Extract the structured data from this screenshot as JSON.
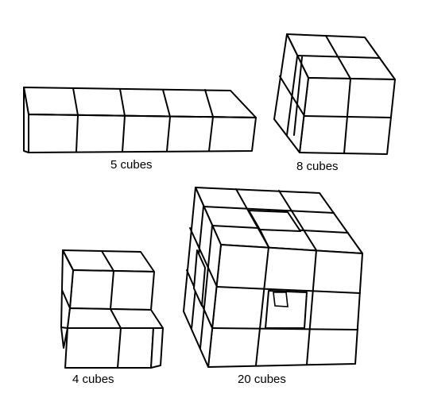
{
  "figures": [
    {
      "id": "row",
      "label": "5 cubes",
      "cube_count": 5
    },
    {
      "id": "block",
      "label": "8 cubes",
      "cube_count": 8
    },
    {
      "id": "step",
      "label": "4 cubes",
      "cube_count": 4
    },
    {
      "id": "frame",
      "label": "20 cubes",
      "cube_count": 20
    }
  ],
  "colors": {
    "line": "#000000",
    "background": "#ffffff"
  }
}
